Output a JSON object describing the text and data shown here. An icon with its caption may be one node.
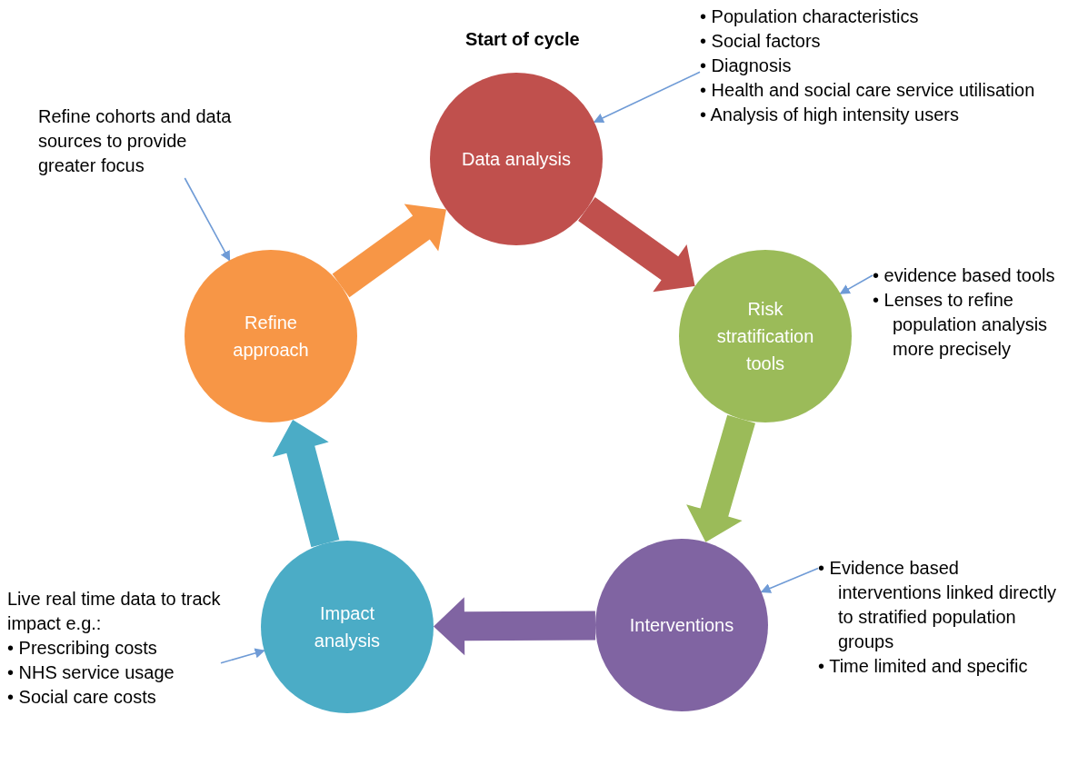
{
  "diagram": {
    "nodes": [
      {
        "text": [
          "Data analysis"
        ],
        "beside": [
          "Start of cycle"
        ]
      },
      {
        "text": [
          "Risk stratification tools"
        ]
      },
      {
        "text": [
          "Interventions"
        ]
      },
      {
        "text": [
          "Impact analysis"
        ]
      },
      {
        "text": [
          "Refine approach"
        ]
      },
      {
        "text": [
          "• Population characteristics",
          "• Social factors",
          "• Diagnosis",
          "• Health and social care service utilisation",
          "• Analysis of high intensity users"
        ]
      },
      {
        "text": [
          "• evidence based tools",
          "• Lenses to refine population analysis more precisely"
        ]
      },
      {
        "text": [
          "• Evidence based interventions linked directly to stratified population groups",
          "• Time limited and specific"
        ]
      },
      {
        "text": [
          "Live real time data to track impact e.g.:",
          "• Prescribing costs",
          "• NHS service usage",
          "• Social care costs"
        ]
      },
      {
        "text": [
          "Refine cohorts and data sources to provide greater focus"
        ]
      }
    ],
    "edges": [
      {
        "from": 0,
        "to": 1,
        "arrow": "to",
        "style": "thick",
        "color": "#c0504d"
      },
      {
        "from": 1,
        "to": 2,
        "arrow": "to",
        "style": "thick",
        "color": "#9bbb59"
      },
      {
        "from": 2,
        "to": 3,
        "arrow": "to",
        "style": "thick",
        "color": "#8064a2"
      },
      {
        "from": 3,
        "to": 4,
        "arrow": "to",
        "style": "thick",
        "color": "#4bacc6"
      },
      {
        "from": 4,
        "to": 0,
        "arrow": "to",
        "style": "thick",
        "color": "#f79646"
      },
      {
        "from": 5,
        "to": 0,
        "arrow": "to"
      },
      {
        "from": 6,
        "to": 1,
        "arrow": "to"
      },
      {
        "from": 7,
        "to": 2,
        "arrow": "to"
      },
      {
        "from": 8,
        "to": 3,
        "arrow": "to"
      },
      {
        "from": 9,
        "to": 4,
        "arrow": "to"
      }
    ]
  }
}
